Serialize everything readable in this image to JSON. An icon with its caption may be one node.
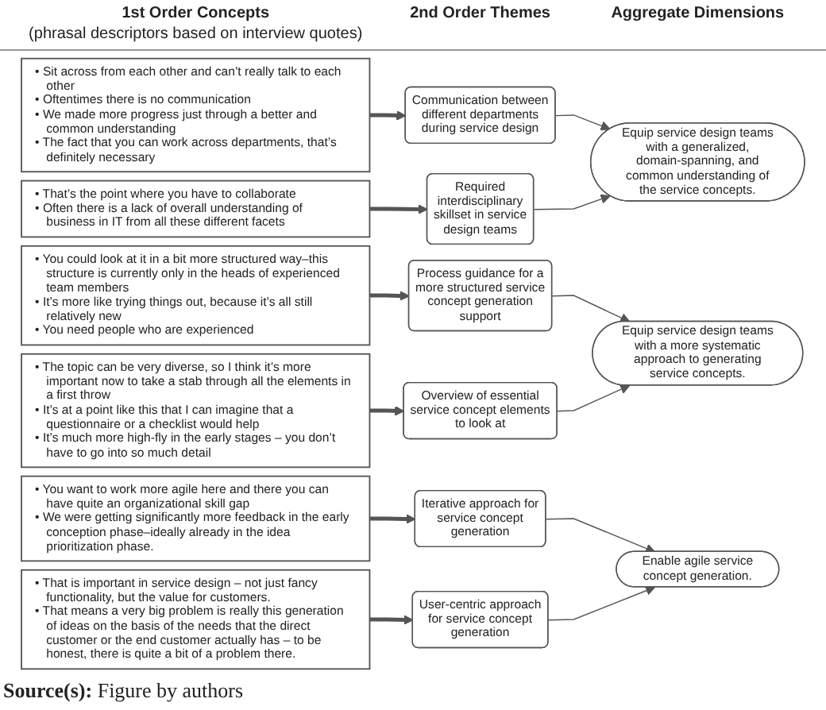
{
  "diagram": {
    "caption": "**Source(s):** Figure by authors",
    "nodes": [
      {
        "text": [
          "• Sit across from each other and can’t really talk to each other",
          "• Oftentimes there is no communication",
          "• We made more progress just through a better and common understanding",
          "• The fact that you can work across departments, that’s definitely necessary"
        ]
      },
      {
        "text": [
          "• That’s the point where you have to collaborate",
          "• Often there is a lack of overall understanding of business in IT from all these different facets"
        ]
      },
      {
        "text": [
          "• You could look at it in a bit more structured way–this structure is currently only in the heads of experienced team members",
          "• It’s more like trying things out, because it’s all still relatively new",
          "• You need people who are experienced"
        ]
      },
      {
        "text": [
          "• The topic can be very diverse, so I think it’s more important now to take a stab through all the elements in a first throw",
          "• It’s at a point like this that I can imagine that a questionnaire or a checklist would help",
          "• It’s much more high-fly in the early stages – you don’t have to go into so much detail"
        ]
      },
      {
        "text": [
          "• You want to work more agile here and there you can have quite an organizational skill gap",
          "• We were getting significantly more feedback in the early conception phase–ideally already in the idea prioritization phase."
        ]
      },
      {
        "text": [
          "• That is important in service design – not just fancy functionality, but the value for customers.",
          "• That means a very big problem is really this generation of ideas on the basis of the needs that the direct customer or the end customer actually has – to be honest, there is quite a bit of a problem there."
        ]
      },
      {
        "text": [
          "Communication between different departments during service design"
        ]
      },
      {
        "text": [
          "Required interdisciplinary skillset in service design teams"
        ]
      },
      {
        "text": [
          "Process guidance for a more structured service concept generation support"
        ]
      },
      {
        "text": [
          "Overview of essential service concept elements to look at"
        ]
      },
      {
        "text": [
          "Iterative approach for service concept generation"
        ]
      },
      {
        "text": [
          "User-centric approach for service concept generation"
        ]
      },
      {
        "text": [
          "Equip service design teams with a generalized, domain-spanning, and common understanding of the service concepts."
        ]
      },
      {
        "text": [
          "Equip service design teams with a more systematic approach to generating service concepts."
        ]
      },
      {
        "text": [
          "Enable agile service concept generation."
        ]
      }
    ],
    "edges": [
      {
        "from": 0,
        "to": 6,
        "arrow": "to",
        "style": "thick"
      },
      {
        "from": 1,
        "to": 7,
        "arrow": "to",
        "style": "thick"
      },
      {
        "from": 2,
        "to": 8,
        "arrow": "to",
        "style": "thick"
      },
      {
        "from": 3,
        "to": 9,
        "arrow": "to",
        "style": "thick"
      },
      {
        "from": 4,
        "to": 10,
        "arrow": "to",
        "style": "thick"
      },
      {
        "from": 5,
        "to": 11,
        "arrow": "to",
        "style": "thick"
      },
      {
        "from": 6,
        "to": 12,
        "arrow": "to"
      },
      {
        "from": 7,
        "to": 12,
        "arrow": "to"
      },
      {
        "from": 8,
        "to": 13,
        "arrow": "to"
      },
      {
        "from": 9,
        "to": 13,
        "arrow": "to"
      },
      {
        "from": 10,
        "to": 14,
        "arrow": "to"
      },
      {
        "from": 11,
        "to": 14,
        "arrow": "to"
      }
    ],
    "labels": [
      "1st Order Concepts",
      "(phrasal descriptors based on interview quotes)",
      "2nd Order Themes",
      "Aggregate Dimensions"
    ]
  }
}
